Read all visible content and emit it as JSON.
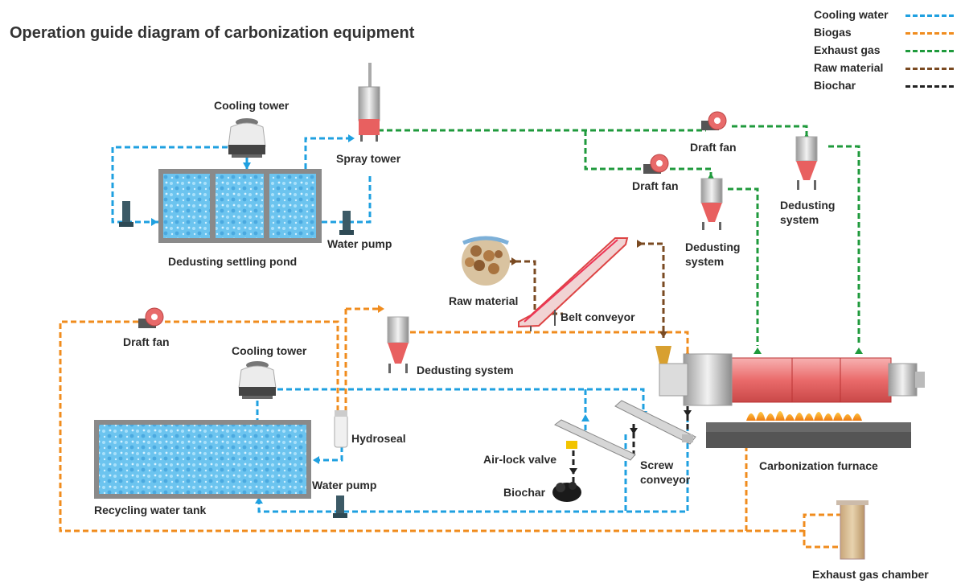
{
  "title": "Operation guide diagram of carbonization equipment",
  "colors": {
    "cooling_water": "#1fa0e0",
    "biogas": "#f08c1e",
    "exhaust_gas": "#1f9a3c",
    "raw_material": "#7a4a22",
    "biochar": "#222222"
  },
  "legend": [
    {
      "name": "Cooling water",
      "color": "#1fa0e0"
    },
    {
      "name": "Biogas",
      "color": "#f08c1e"
    },
    {
      "name": "Exhaust gas",
      "color": "#1f9a3c"
    },
    {
      "name": "Raw material",
      "color": "#7a4a22"
    },
    {
      "name": "Biochar",
      "color": "#222222"
    }
  ],
  "labels": {
    "cooling_tower_top": "Cooling tower",
    "spray_tower": "Spray tower",
    "water_pump_top": "Water pump",
    "dedusting_settling_pond": "Dedusting settling pond",
    "draft_fan_right": "Draft fan",
    "draft_fan_mid": "Draft fan",
    "dedusting_system_mid_1": "Dedusting",
    "dedusting_system_mid_2": "system",
    "dedusting_system_right_1": "Dedusting",
    "dedusting_system_right_2": "system",
    "raw_material": "Raw material",
    "belt_conveyor": "Belt conveyor",
    "draft_fan_left": "Draft fan",
    "cooling_tower_bottom": "Cooling tower",
    "dedusting_system_bottom": "Dedusting system",
    "hydroseal": "Hydroseal",
    "air_lock_valve": "Air-lock valve",
    "screw_conveyor_1": "Screw",
    "screw_conveyor_2": "conveyor",
    "biochar": "Biochar",
    "water_pump_bottom": "Water pump",
    "recycling_water_tank": "Recycling water tank",
    "carbonization_furnace": "Carbonization furnace",
    "exhaust_gas_chamber": "Exhaust gas chamber"
  }
}
